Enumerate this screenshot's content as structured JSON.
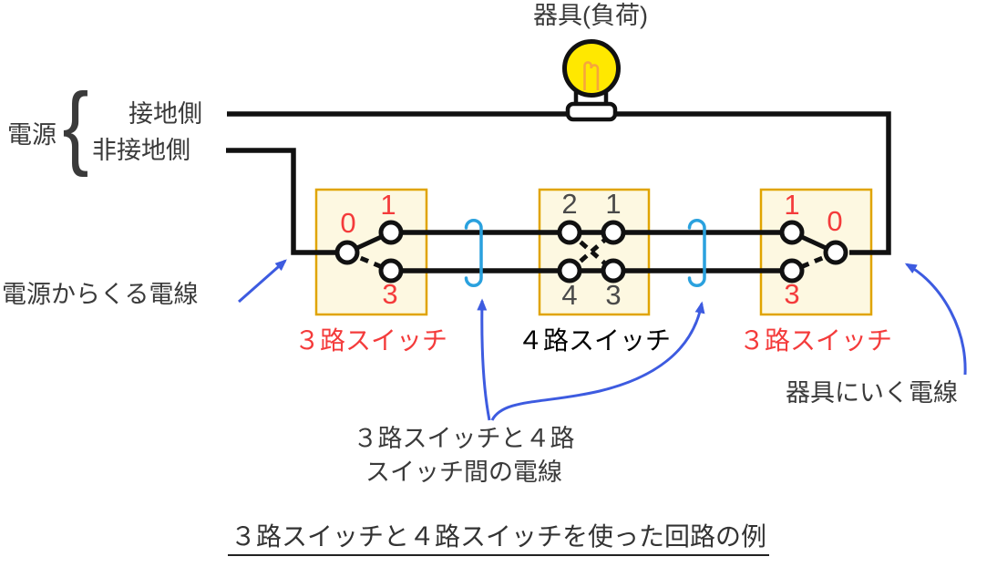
{
  "title": "３路スイッチと４路スイッチを使った回路の例",
  "load": {
    "label": "器具(負荷)"
  },
  "power": {
    "label": "電源",
    "brace": "{",
    "grounded_label": "接地側",
    "ungrounded_label": "非接地側"
  },
  "switches": [
    {
      "label": "３路スイッチ",
      "type": "three-way",
      "terminals": {
        "t0": "0",
        "t1": "1",
        "t3": "3"
      }
    },
    {
      "label": "４路スイッチ",
      "type": "four-way",
      "terminals": {
        "t2": "2",
        "t1": "1",
        "t4": "4",
        "t3": "3"
      }
    },
    {
      "label": "３路スイッチ",
      "type": "three-way",
      "terminals": {
        "t1": "1",
        "t0": "0",
        "t3": "3"
      }
    }
  ],
  "annotations": {
    "from_power": "電源からくる電線",
    "between_line1": "３路スイッチと４路",
    "between_line2": "スイッチ間の電線",
    "to_load": "器具にいく電線"
  },
  "colors": {
    "wire": "#111111",
    "switch_box_fill": "#fdf8e1",
    "switch_box_border": "#e0a400",
    "three_way_text": "#f43b3b",
    "four_way_text": "#3a3a3a",
    "arrow_blue": "#3d5be0",
    "cable_loop_blue": "#2aa1de",
    "bulb_yellow": "#ffe800",
    "filament_orange": "#f6a63c"
  }
}
